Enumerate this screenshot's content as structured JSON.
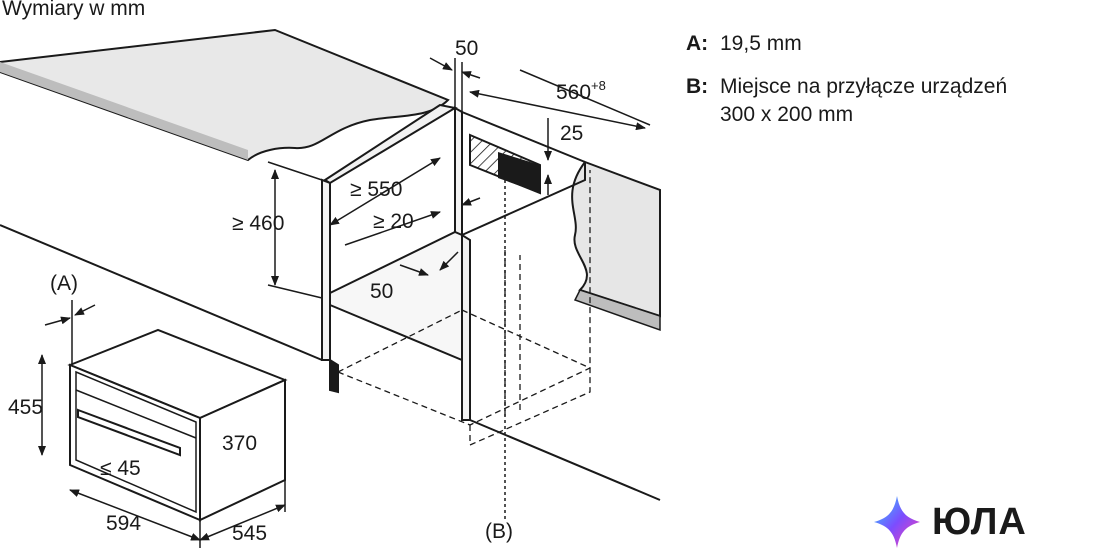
{
  "title": "Wymiary w mm",
  "dimensions": {
    "top_gap": "50",
    "depth_560": "560",
    "depth_560_sup": "+8",
    "slot_25": "25",
    "depth_550": "≥ 550",
    "height_460": "≥ 460",
    "gap_20": "≥ 20",
    "shelf_50": "50",
    "label_A": "(A)",
    "label_B": "(B)",
    "oven_height": "455",
    "inner_height": "370",
    "handle_45": "≤ 45",
    "oven_width": "594",
    "oven_depth": "545"
  },
  "legend": [
    {
      "key": "A:",
      "text": "19,5 mm"
    },
    {
      "key": "B:",
      "text": "Miejsce na przyłącze urządzeń\n300 x 200 mm"
    }
  ],
  "logo": {
    "text": "ЮЛА",
    "icon": "star-gradient-icon"
  }
}
